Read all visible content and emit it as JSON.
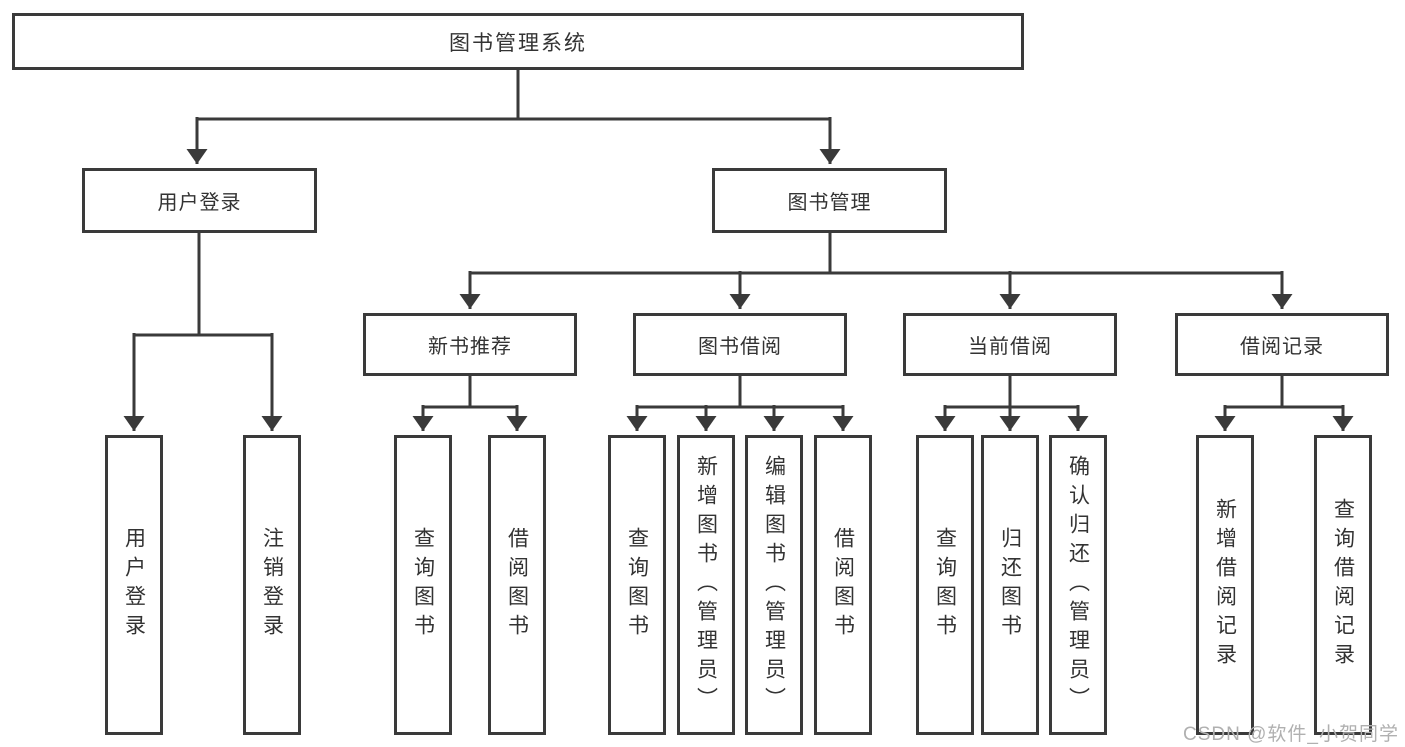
{
  "title": "图书管理系统",
  "watermark": "CSDN @软件_小贺同学",
  "colors": {
    "line": "#3a3a3a",
    "text": "#333333",
    "background": "#ffffff",
    "watermark": "#b0b0b0"
  },
  "tree": {
    "root": {
      "label": "图书管理系统"
    },
    "level1": [
      {
        "id": "user-login",
        "label": "用户登录"
      },
      {
        "id": "book-management",
        "label": "图书管理"
      }
    ],
    "level2": [
      {
        "id": "new-book-recommend",
        "label": "新书推荐"
      },
      {
        "id": "book-borrow",
        "label": "图书借阅"
      },
      {
        "id": "current-borrow",
        "label": "当前借阅"
      },
      {
        "id": "borrow-records",
        "label": "借阅记录"
      }
    ],
    "leaves": {
      "user_login": [
        "用户登录",
        "注销登录"
      ],
      "new_book_recommend": [
        "查询图书",
        "借阅图书"
      ],
      "book_borrow": [
        "查询图书",
        "新增图书（管理员）",
        "编辑图书（管理员）",
        "借阅图书"
      ],
      "current_borrow": [
        "查询图书",
        "归还图书",
        "确认归还（管理员）"
      ],
      "borrow_records": [
        "新增借阅记录",
        "查询借阅记录"
      ]
    }
  }
}
